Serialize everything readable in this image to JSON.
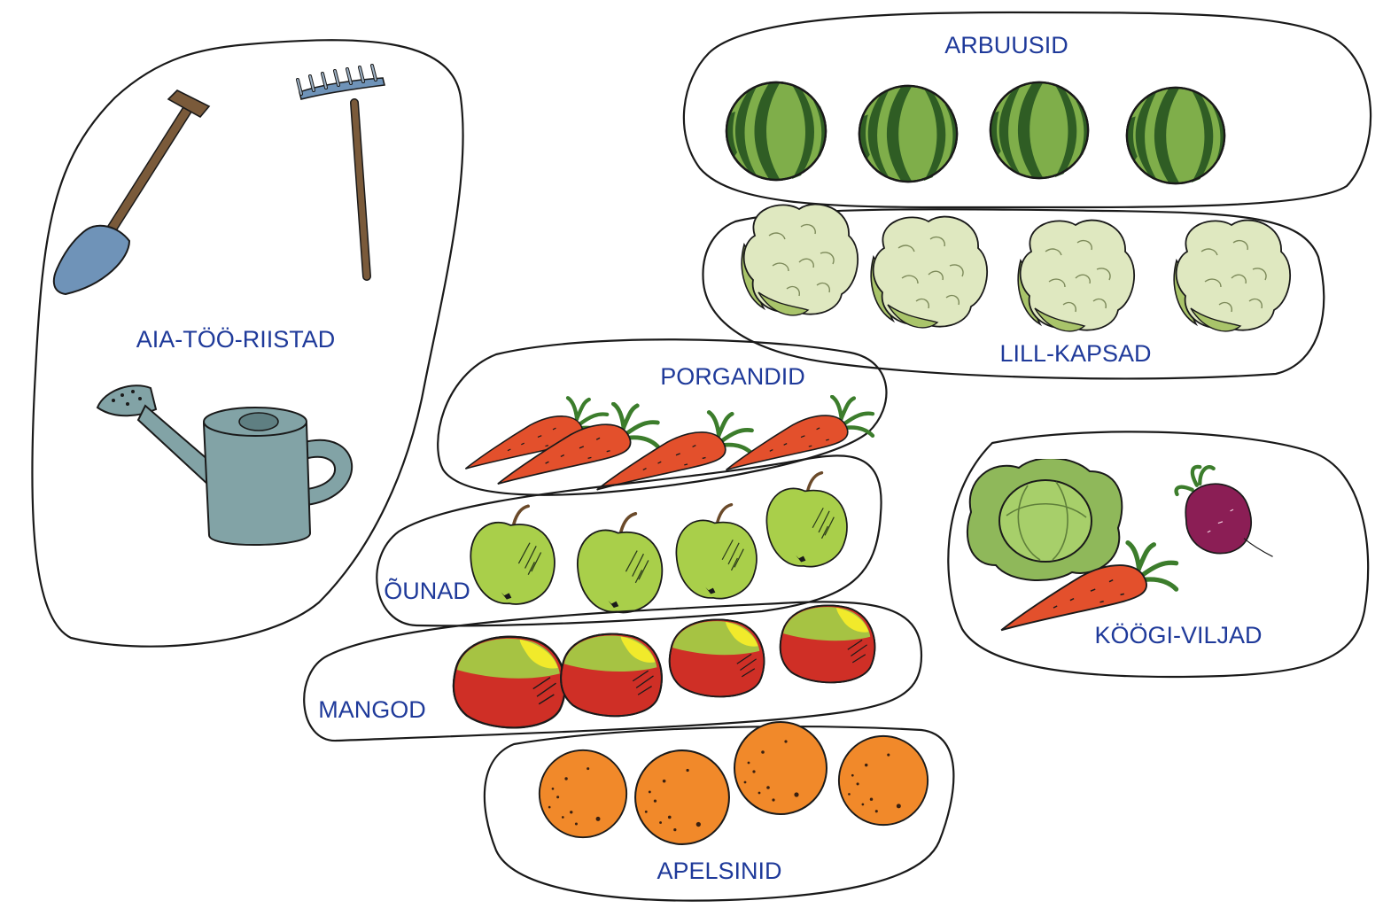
{
  "colors": {
    "label": "#1f3a9a",
    "outline": "#1a1a1a",
    "watermelon_light": "#7fae4a",
    "watermelon_dark": "#2f5d24",
    "cauliflower": "#dfe8c0",
    "cauliflower_leaf": "#a9c46a",
    "carrot": "#e3502c",
    "carrot_top": "#3c7d2c",
    "apple": "#a9cf4a",
    "mango_red": "#cf2f26",
    "mango_yellow": "#f1ea2b",
    "mango_green": "#a6c343",
    "orange": "#f1892a",
    "cabbage": "#a7cf6a",
    "beet": "#8b1e55",
    "tool_metal": "#6f93b8",
    "tool_wood": "#7a5a3a",
    "can": "#82a3a6"
  },
  "groups": {
    "tools": {
      "label": "AIA-TÖÖ-RIISTAD",
      "icons": [
        "shovel-icon",
        "rake-icon",
        "watering-can-icon"
      ]
    },
    "watermelons": {
      "label": "ARBUUSID",
      "count": 4,
      "icon": "watermelon-icon"
    },
    "cauliflowers": {
      "label": "LILL-KAPSAD",
      "count": 4,
      "icon": "cauliflower-icon"
    },
    "carrots": {
      "label": "PORGANDID",
      "count": 4,
      "icon": "carrot-icon"
    },
    "apples": {
      "label": "ÕUNAD",
      "count": 4,
      "icon": "apple-icon"
    },
    "mangos": {
      "label": "MANGOD",
      "count": 4,
      "icon": "mango-icon"
    },
    "oranges": {
      "label": "APELSINID",
      "count": 4,
      "icon": "orange-icon"
    },
    "vegetables": {
      "label": "KÖÖGI-VILJAD",
      "icons": [
        "cabbage-icon",
        "beet-icon",
        "carrot-icon"
      ]
    }
  }
}
